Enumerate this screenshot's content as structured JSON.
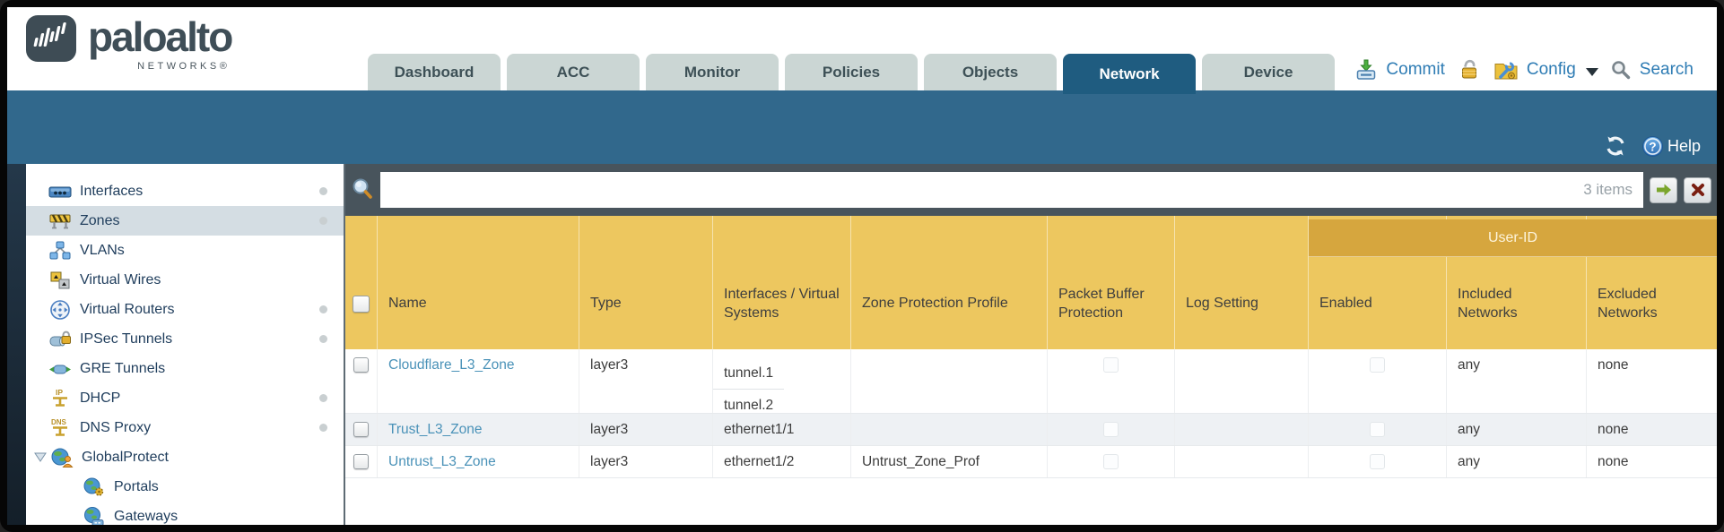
{
  "brand": {
    "wordmark": "paloalto",
    "networks": "NETWORKS®"
  },
  "tabs": [
    {
      "label": "Dashboard",
      "active": false
    },
    {
      "label": "ACC",
      "active": false
    },
    {
      "label": "Monitor",
      "active": false
    },
    {
      "label": "Policies",
      "active": false
    },
    {
      "label": "Objects",
      "active": false
    },
    {
      "label": "Network",
      "active": true
    },
    {
      "label": "Device",
      "active": false
    }
  ],
  "header_actions": {
    "commit": "Commit",
    "config": "Config",
    "search": "Search"
  },
  "band": {
    "help": "Help"
  },
  "sidebar": {
    "items": [
      {
        "label": "Interfaces",
        "dot": true
      },
      {
        "label": "Zones",
        "dot": true,
        "selected": true
      },
      {
        "label": "VLANs"
      },
      {
        "label": "Virtual Wires"
      },
      {
        "label": "Virtual Routers",
        "dot": true
      },
      {
        "label": "IPSec Tunnels",
        "dot": true
      },
      {
        "label": "GRE Tunnels"
      },
      {
        "label": "DHCP",
        "dot": true
      },
      {
        "label": "DNS Proxy",
        "dot": true
      },
      {
        "label": "GlobalProtect",
        "expanded": true
      },
      {
        "label": "Portals",
        "child": true
      },
      {
        "label": "Gateways",
        "child": true
      }
    ]
  },
  "filter": {
    "value": "",
    "count": "3 items"
  },
  "table": {
    "group_label": "User-ID",
    "columns": [
      "Name",
      "Type",
      "Interfaces / Virtual Systems",
      "Zone Protection Profile",
      "Packet Buffer Protection",
      "Log Setting",
      "Enabled",
      "Included Networks",
      "Excluded Networks"
    ],
    "rows": [
      {
        "name": "Cloudflare_L3_Zone",
        "type": "layer3",
        "interfaces": [
          "tunnel.1",
          "tunnel.2"
        ],
        "zone_protection_profile": "",
        "log_setting": "",
        "included_networks": "any",
        "excluded_networks": "none"
      },
      {
        "name": "Trust_L3_Zone",
        "type": "layer3",
        "interfaces": [
          "ethernet1/1"
        ],
        "zone_protection_profile": "",
        "log_setting": "",
        "included_networks": "any",
        "excluded_networks": "none"
      },
      {
        "name": "Untrust_L3_Zone",
        "type": "layer3",
        "interfaces": [
          "ethernet1/2"
        ],
        "zone_protection_profile": "Untrust_Zone_Prof",
        "log_setting": "",
        "included_networks": "any",
        "excluded_networks": "none"
      }
    ]
  },
  "colors": {
    "header_amber": "#edc75f",
    "group_amber": "#d6a63e",
    "teal_band": "#31688c",
    "slate_filter": "#48545c",
    "active_tab": "#1f5c80",
    "link_blue": "#4a92b8",
    "action_blue": "#2e7cb4",
    "selected_item": "#d4dde3"
  }
}
